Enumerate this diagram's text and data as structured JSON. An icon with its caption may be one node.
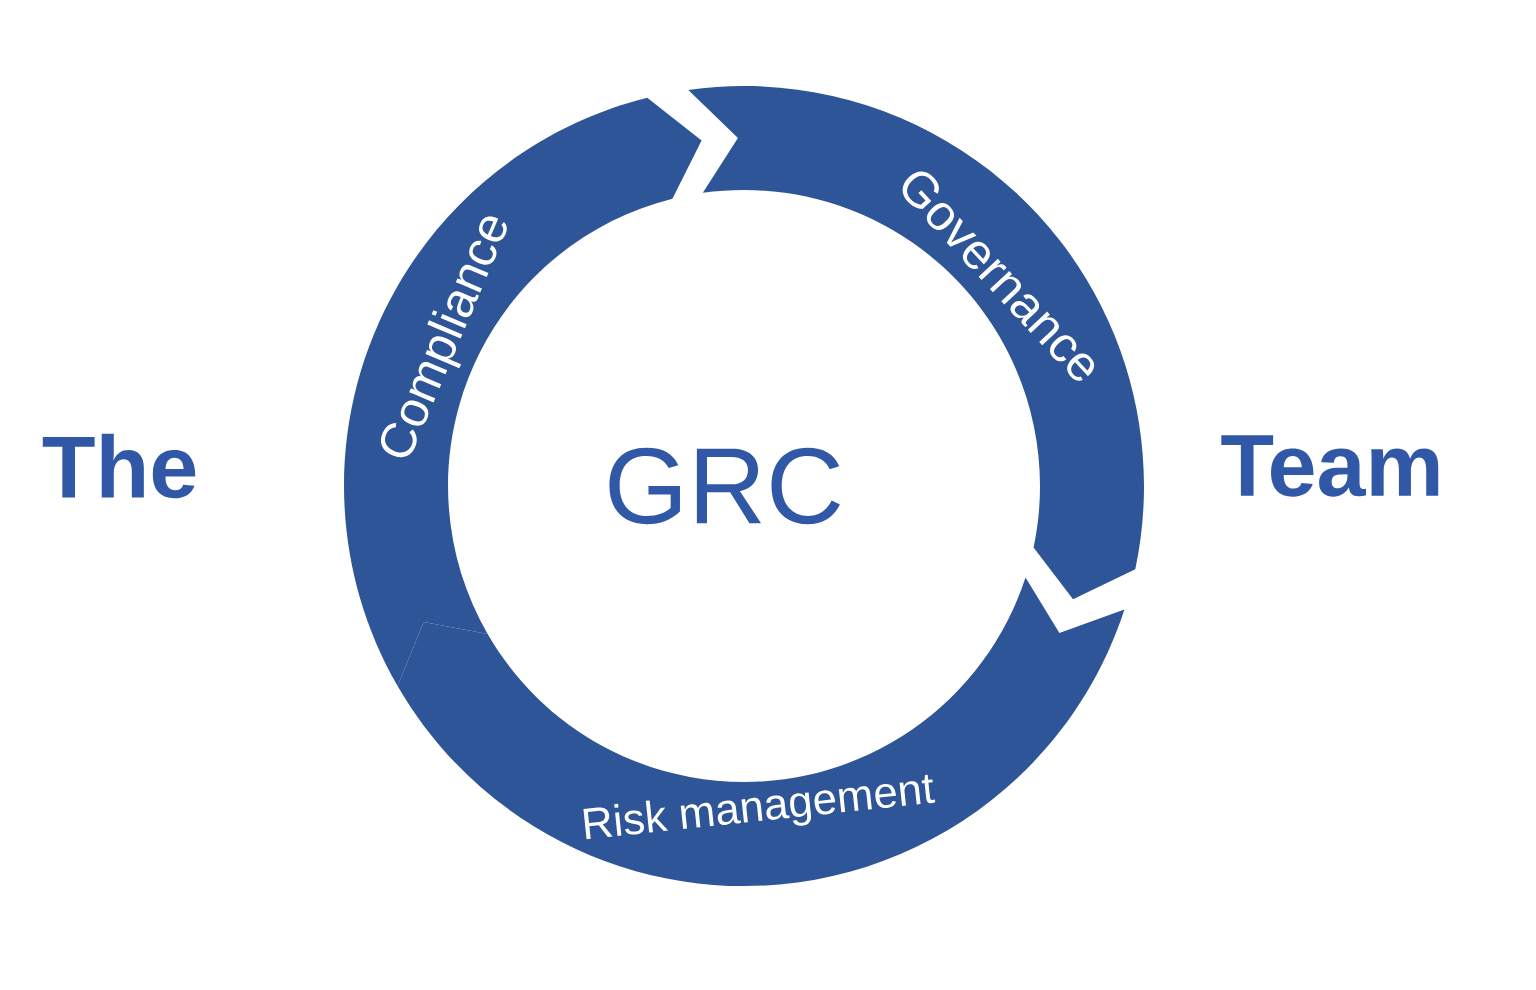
{
  "diagram": {
    "nodes": [
      {
        "text": [
          "Governance"
        ]
      },
      {
        "text": [
          "Risk management"
        ]
      },
      {
        "text": [
          "Compliance"
        ]
      }
    ],
    "labels": [
      "The",
      "GRC",
      "Team"
    ]
  }
}
